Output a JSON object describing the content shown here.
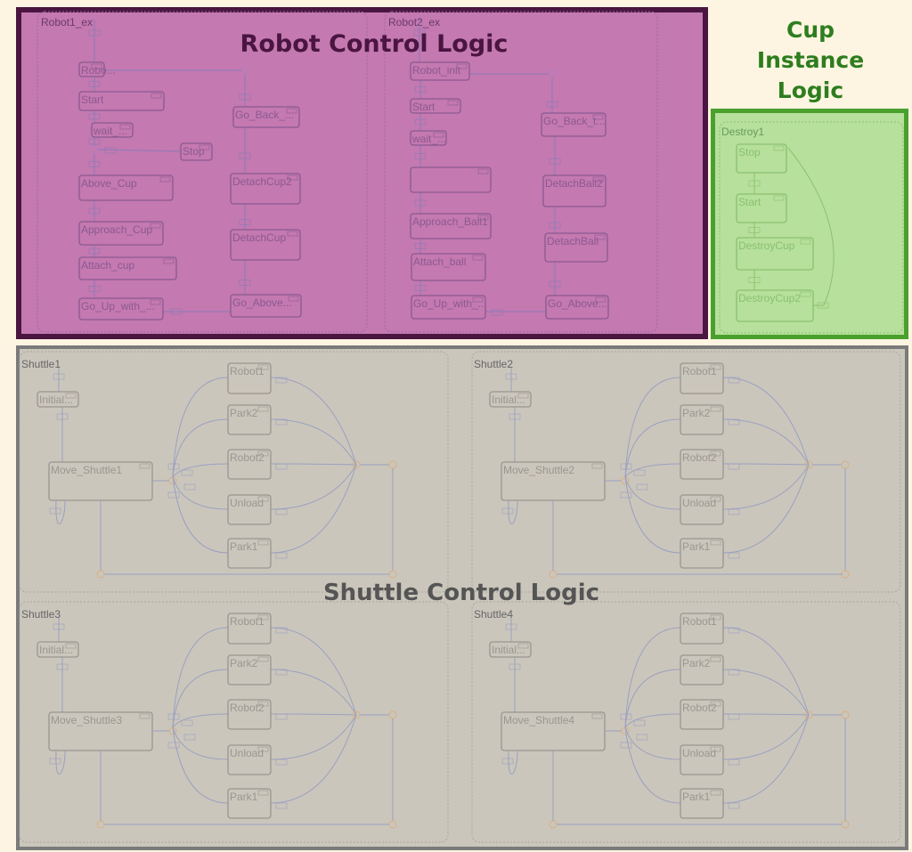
{
  "colors": {
    "background": "#fdf5e2",
    "robot_overlay_fill": "#c479b0",
    "robot_overlay_border": "#4a1540",
    "cup_overlay_fill": "#b6e09c",
    "cup_overlay_border": "#4aa02c",
    "cup_overlay_text": "#2e7d1e",
    "shuttle_overlay_fill": "#cbc6bc",
    "shuttle_overlay_border": "#7a7a7a",
    "shuttle_overlay_text": "#555555",
    "junction": "#d8b080"
  },
  "overlays": {
    "robot": "Robot Control Logic",
    "cup": [
      "Cup",
      "Instance",
      "Logic"
    ],
    "shuttle": "Shuttle Control Logic"
  },
  "transition_label": "···",
  "robot1": {
    "title": "Robot1_ex",
    "states": [
      "Robo...",
      "Start",
      "wait_...",
      "Stop",
      "Above_Cup",
      "Approach_Cup",
      "Attach_cup",
      "Go_Up_with_...",
      "Go_Above...",
      "DetachCup",
      "DetachCup2",
      "Go_Back_..."
    ]
  },
  "robot2": {
    "title": "Robot2_ex",
    "states": [
      "Robot_init",
      "Start",
      "wait_...",
      "",
      "Approach_Ball1",
      "Attach_ball",
      "Go_Up_with_...",
      "Go_Above...",
      "DetachBall",
      "DetachBall2",
      "Go_Back_t..."
    ]
  },
  "destroy": {
    "title": "Destroy1",
    "states": [
      "Stop",
      "Start",
      "DestroyCup",
      "DestroyCup2"
    ]
  },
  "shuttles": [
    {
      "title": "Shuttle1",
      "initial": "Initial...",
      "move": "Move_Shuttle1"
    },
    {
      "title": "Shuttle2",
      "initial": "Initial...",
      "move": "Move_Shuttle2"
    },
    {
      "title": "Shuttle3",
      "initial": "Initial...",
      "move": "Move_Shuttle3"
    },
    {
      "title": "Shuttle4",
      "initial": "Initial...",
      "move": "Move_Shuttle4"
    }
  ],
  "shuttle_targets": [
    "Robot1",
    "Park2",
    "Robot2",
    "Unload",
    "Park1"
  ]
}
